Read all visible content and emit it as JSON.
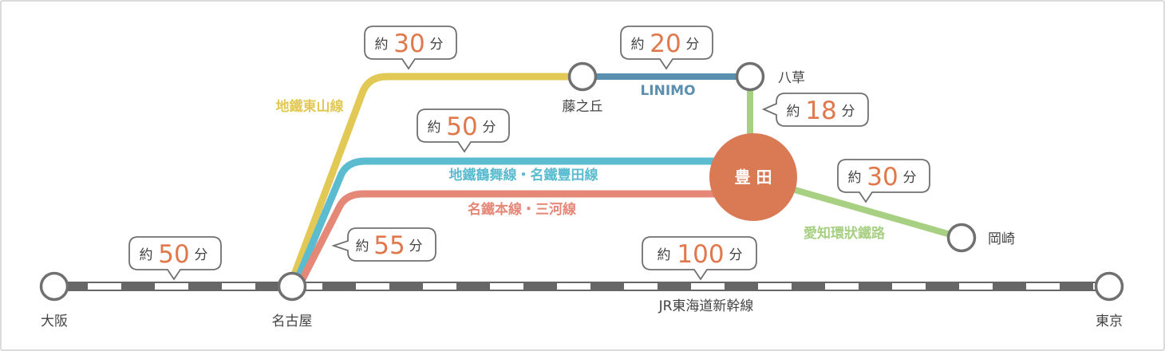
{
  "colors": {
    "higashiyama": "#e2c955",
    "linimo": "#5b8fb0",
    "tsurumai": "#5bbcd0",
    "mikawa": "#e58878",
    "aikan": "#a8d083",
    "shinkansen_dark": "#666666",
    "hub": "#d97a55",
    "accent_number": "#e0784c",
    "station_stroke": "#707070",
    "text": "#444444"
  },
  "stations": {
    "osaka": "大阪",
    "nagoya": "名古屋",
    "tokyo": "東京",
    "fujigaoka": "藤之丘",
    "yakusa": "八草",
    "toyota": "豊 田",
    "okazaki": "岡崎"
  },
  "lines": {
    "higashiyama": "地鐵東山線",
    "linimo": "LINIMO",
    "tsurumai": "地鐵鶴舞線・名鐵豐田線",
    "mikawa": "名鐵本線・三河線",
    "aikan": "愛知環狀鐵路",
    "shinkansen": "JR東海道新幹線"
  },
  "callouts": {
    "osaka_nagoya": {
      "prefix": "約",
      "number": "50",
      "suffix": "分"
    },
    "higashiyama": {
      "prefix": "約",
      "number": "30",
      "suffix": "分"
    },
    "linimo": {
      "prefix": "約",
      "number": "20",
      "suffix": "分"
    },
    "yakusa_toyota": {
      "prefix": "約",
      "number": "18",
      "suffix": "分"
    },
    "tsurumai": {
      "prefix": "約",
      "number": "50",
      "suffix": "分"
    },
    "aikan": {
      "prefix": "約",
      "number": "30",
      "suffix": "分"
    },
    "mikawa": {
      "prefix": "約",
      "number": "55",
      "suffix": "分"
    },
    "shinkansen": {
      "prefix": "約",
      "number": "100",
      "suffix": "分"
    }
  }
}
